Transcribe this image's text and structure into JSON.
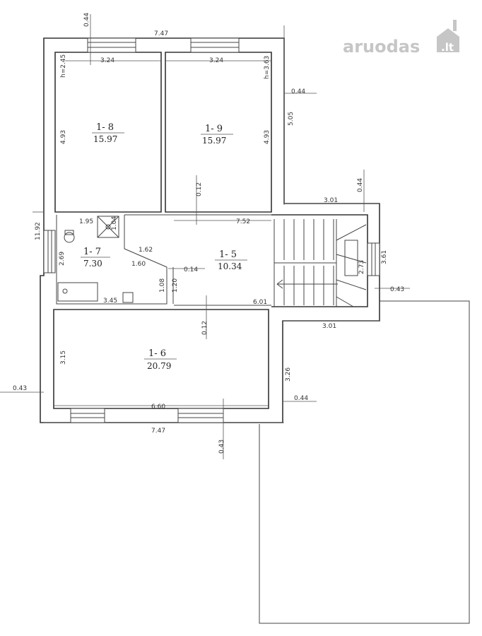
{
  "watermark": {
    "text": "aruodas",
    "suffix": ".lt",
    "color": "#c6c6c6"
  },
  "rooms": [
    {
      "id": "1- 8",
      "area": "15.97"
    },
    {
      "id": "1- 9",
      "area": "15.97"
    },
    {
      "id": "1- 7",
      "area": "7.30"
    },
    {
      "id": "1- 5",
      "area": "10.34"
    },
    {
      "id": "1- 6",
      "area": "20.79"
    }
  ],
  "heights": {
    "room8": "h=2.45",
    "room9": "h=3.63"
  },
  "dims": {
    "top_wall": "0.44",
    "top_width": "7.47",
    "room8_window": "3.24",
    "room9_window": "3.24",
    "right_wall_top": "0.44",
    "right_length": "5.05",
    "room8_depth": "4.93",
    "room9_depth": "4.93",
    "partition_top": "0.12",
    "stair_wall": "0.44",
    "stair_width": "3.01",
    "total_height": "11.92",
    "bath_width": "1.95",
    "bath_small": "1.04",
    "bath_depth": "2.69",
    "diag_a": "1.62",
    "diag_b": "1.60",
    "hall_width": "7.52",
    "stair_depth": "2.73",
    "stair_outer": "3.61",
    "hall_offset": "0.14",
    "door_a": "1.08",
    "door_b": "1.20",
    "bath_bottom": "3.45",
    "hall_bottom": "6.01",
    "annex_wall": "0.43",
    "stair_bottom": "3.01",
    "partition_bottom": "0.12",
    "room6_depth": "3.15",
    "annex_length": "3.26",
    "left_wall": "0.43",
    "room6_width": "6.60",
    "right_wall_bottom": "0.44",
    "bottom_width": "7.47",
    "bottom_wall": "0.43"
  }
}
